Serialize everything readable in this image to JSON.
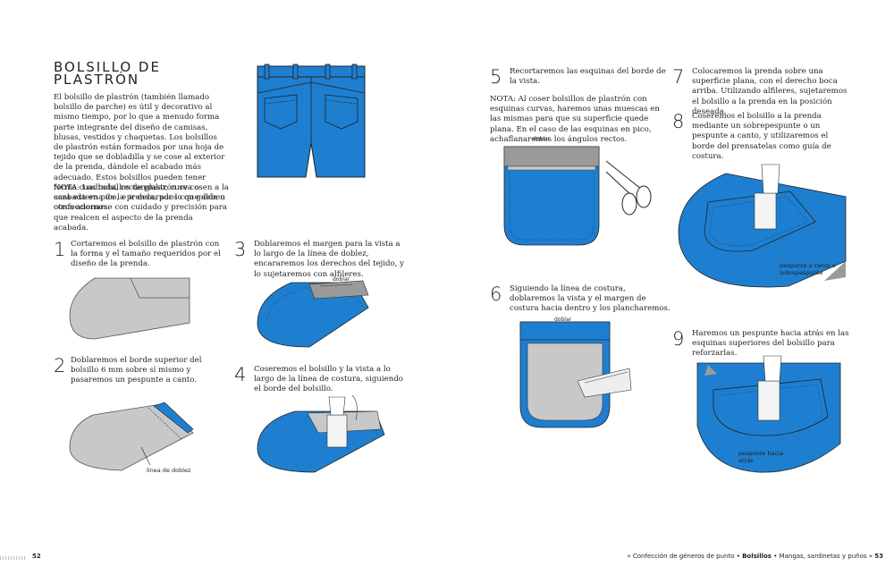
{
  "title": "BOLSILLO DE PLASTRÓN",
  "intro": "El bolsillo de plastrón (también llamado bolsillo de parche) es útil y decorativo al mismo tiempo, por lo que a menudo forma parte integrante del diseño de camisas, blusas, vestidos y chaquetas. Los bolsillos de plastrón están formados por una hoja de tejido que se dobladilla y se cose al exterior de la prenda, dándole el acabado más adecuado. Estos bolsillos pueden tener forma cuadrada, rectangular, curva o acabada en pico, e ir decorados con galón u otros adornos.",
  "note_left": "NOTA: Los bolsillos de plastrón se cosen a la cara externa de la prenda, por lo que deben confeccionarse con cuidado y precisión para que realcen el aspecto de la prenda acabada.",
  "steps": [
    {
      "n": "1",
      "text": "Cortaremos el bolsillo de plastrón con la forma y el tamaño requeridos por el diseño de la prenda."
    },
    {
      "n": "2",
      "text": "Doblaremos el borde superior del bolsillo 6 mm sobre sí mismo y pasaremos un pespunte a canto."
    },
    {
      "n": "3",
      "text": "Doblaremos el margen para la vista a lo largo de la línea de doblez, encararemos los derechos del tejido, y lo sujetaremos con alfileres."
    },
    {
      "n": "4",
      "text": "Coseremos el bolsillo y la vista a lo largo de la línea de costura, siguiendo el borde del bolsillo."
    },
    {
      "n": "5",
      "text": "Recortaremos las esquinas del borde de la vista."
    },
    {
      "n": "6",
      "text": "Siguiendo la línea de costura, doblaremos la vista y el margen de costura hacia dentro y los plancharemos."
    },
    {
      "n": "7",
      "text": "Colocaremos la prenda sobre una superficie plana, con el derecho boca arriba. Utilizando alfileres, sujetaremos el bolsillo a la prenda en la posición deseada."
    },
    {
      "n": "8",
      "text": "Coseremos el bolsillo a la prenda mediante un sobrepespunte o un pespunte a canto, y utilizaremos el borde del prensatelas como guía de costura."
    },
    {
      "n": "9",
      "text": "Haremos un pespunte hacia atrás en las esquinas superiores del bolsillo para reforzarlas."
    }
  ],
  "note_right": "NOTA: Al coser bolsillos de plastrón con esquinas curvas, haremos unas muescas en las mismas para que su superficie quede plana. En el caso de las esquinas en pico, achaflanaremos los ángulos rectos.",
  "labels": {
    "linea_doblez": "línea de doblez",
    "doblar3": "doblar",
    "doblar5": "doblar",
    "doblar6": "doblar",
    "pespunte_canto": "pespunte a canto o sobrepespunte",
    "pespunte_atras": "pespunte hacia atrás"
  },
  "footer": {
    "left_page": "52",
    "right_prefix": "« Confección de géneros de punto •",
    "right_bold": "Bolsillos",
    "right_suffix": "• Mangas, sardinetas y puños »",
    "right_page": "53"
  },
  "colors": {
    "denim": "#1e7fd0",
    "denim_dark": "#135c9c",
    "gray": "#c8c8c8",
    "gray_dark": "#9a9a9a"
  }
}
